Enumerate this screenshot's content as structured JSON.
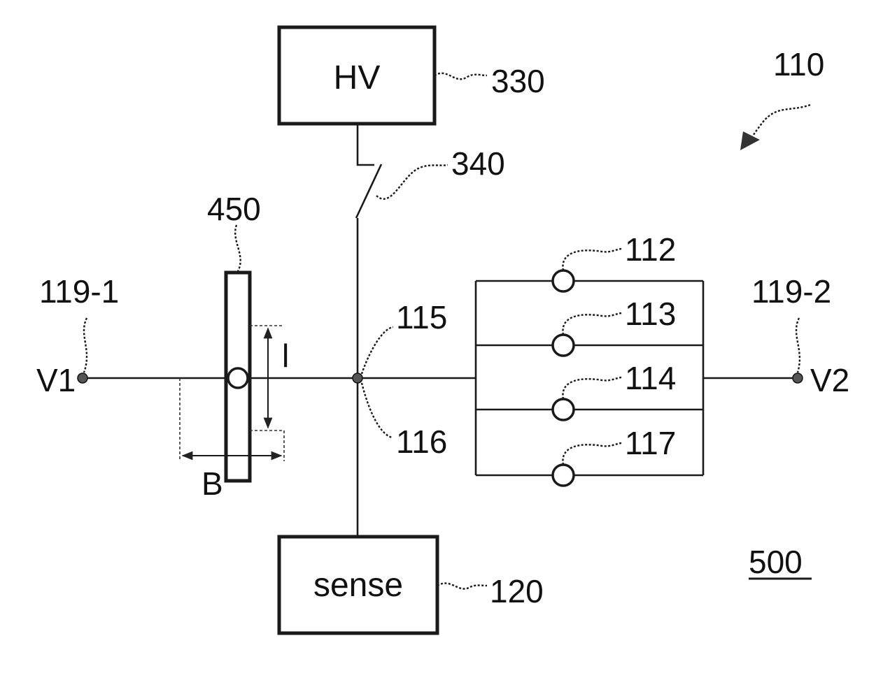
{
  "boxes": {
    "hv": "HV",
    "sense": "sense"
  },
  "labels": {
    "ref_330": "330",
    "ref_340": "340",
    "ref_110": "110",
    "ref_450": "450",
    "ref_112": "112",
    "ref_113": "113",
    "ref_114": "114",
    "ref_117": "117",
    "ref_115": "115",
    "ref_116": "116",
    "ref_119_1": "119-1",
    "ref_119_2": "119-2",
    "ref_120": "120",
    "ref_500": "500",
    "v1": "V1",
    "v2": "V2",
    "dim_l": "l",
    "dim_b": "B"
  }
}
